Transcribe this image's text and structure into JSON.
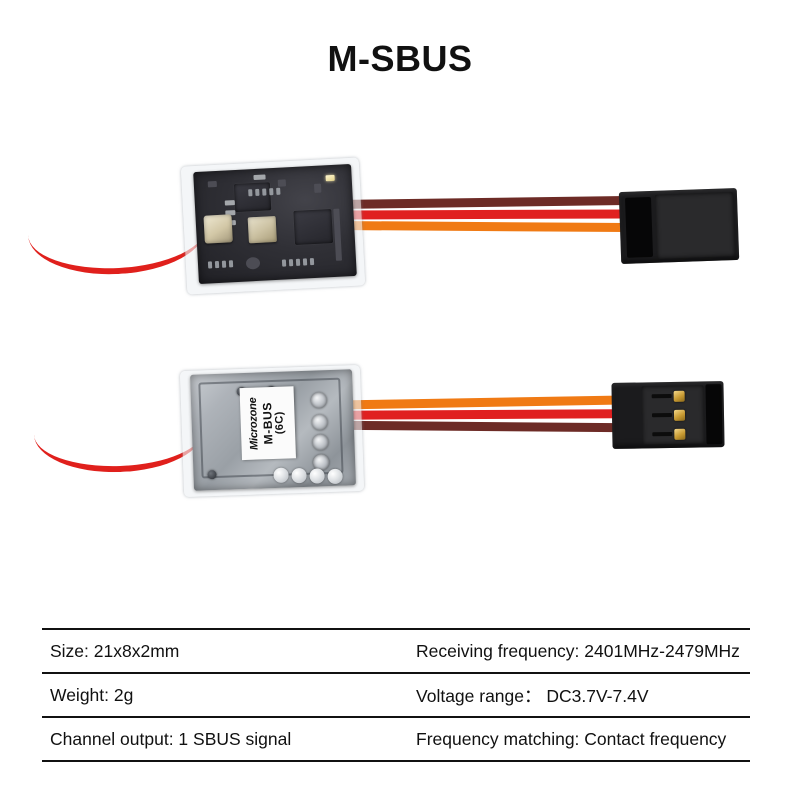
{
  "page": {
    "title": "M-SBUS",
    "background_color": "#ffffff"
  },
  "product": {
    "name": "M-SBUS receiver module",
    "units": [
      {
        "id": "top-unit",
        "view": "component side (PCB visible through clear heat-shrink)",
        "antenna": {
          "color": "#e0201c",
          "name": "antenna-wire"
        },
        "connector": {
          "type": "servo-plug",
          "view": "back",
          "color": "#1b1b1d",
          "pins": 3
        },
        "wires": [
          {
            "name": "signal-wire",
            "color": "#6d2b26"
          },
          {
            "name": "power-wire",
            "color": "#e02020"
          },
          {
            "name": "ground-wire",
            "color": "#f07a14"
          }
        ]
      },
      {
        "id": "bottom-unit",
        "view": "shield side with product label",
        "antenna": {
          "color": "#e0201c",
          "name": "antenna-wire"
        },
        "connector": {
          "type": "servo-plug",
          "view": "front",
          "color": "#1b1b1d",
          "pins": 3,
          "pin_color": "#c99b33"
        },
        "wires": [
          {
            "name": "ground-wire",
            "color": "#f07a14"
          },
          {
            "name": "power-wire",
            "color": "#e02020"
          },
          {
            "name": "signal-wire",
            "color": "#6d2b26"
          }
        ],
        "label": {
          "brand": "Microzone",
          "model": "M-BUS",
          "variant": "(6C)"
        }
      }
    ]
  },
  "specs": {
    "rows": [
      {
        "left": "Size: 21x8x2mm",
        "right": "Receiving frequency: 2401MHz-2479MHz"
      },
      {
        "left": "Weight: 2g",
        "right": "Voltage range：  DC3.7V-7.4V"
      },
      {
        "left": "Channel output: 1 SBUS signal",
        "right": "Frequency matching: Contact frequency"
      }
    ]
  }
}
